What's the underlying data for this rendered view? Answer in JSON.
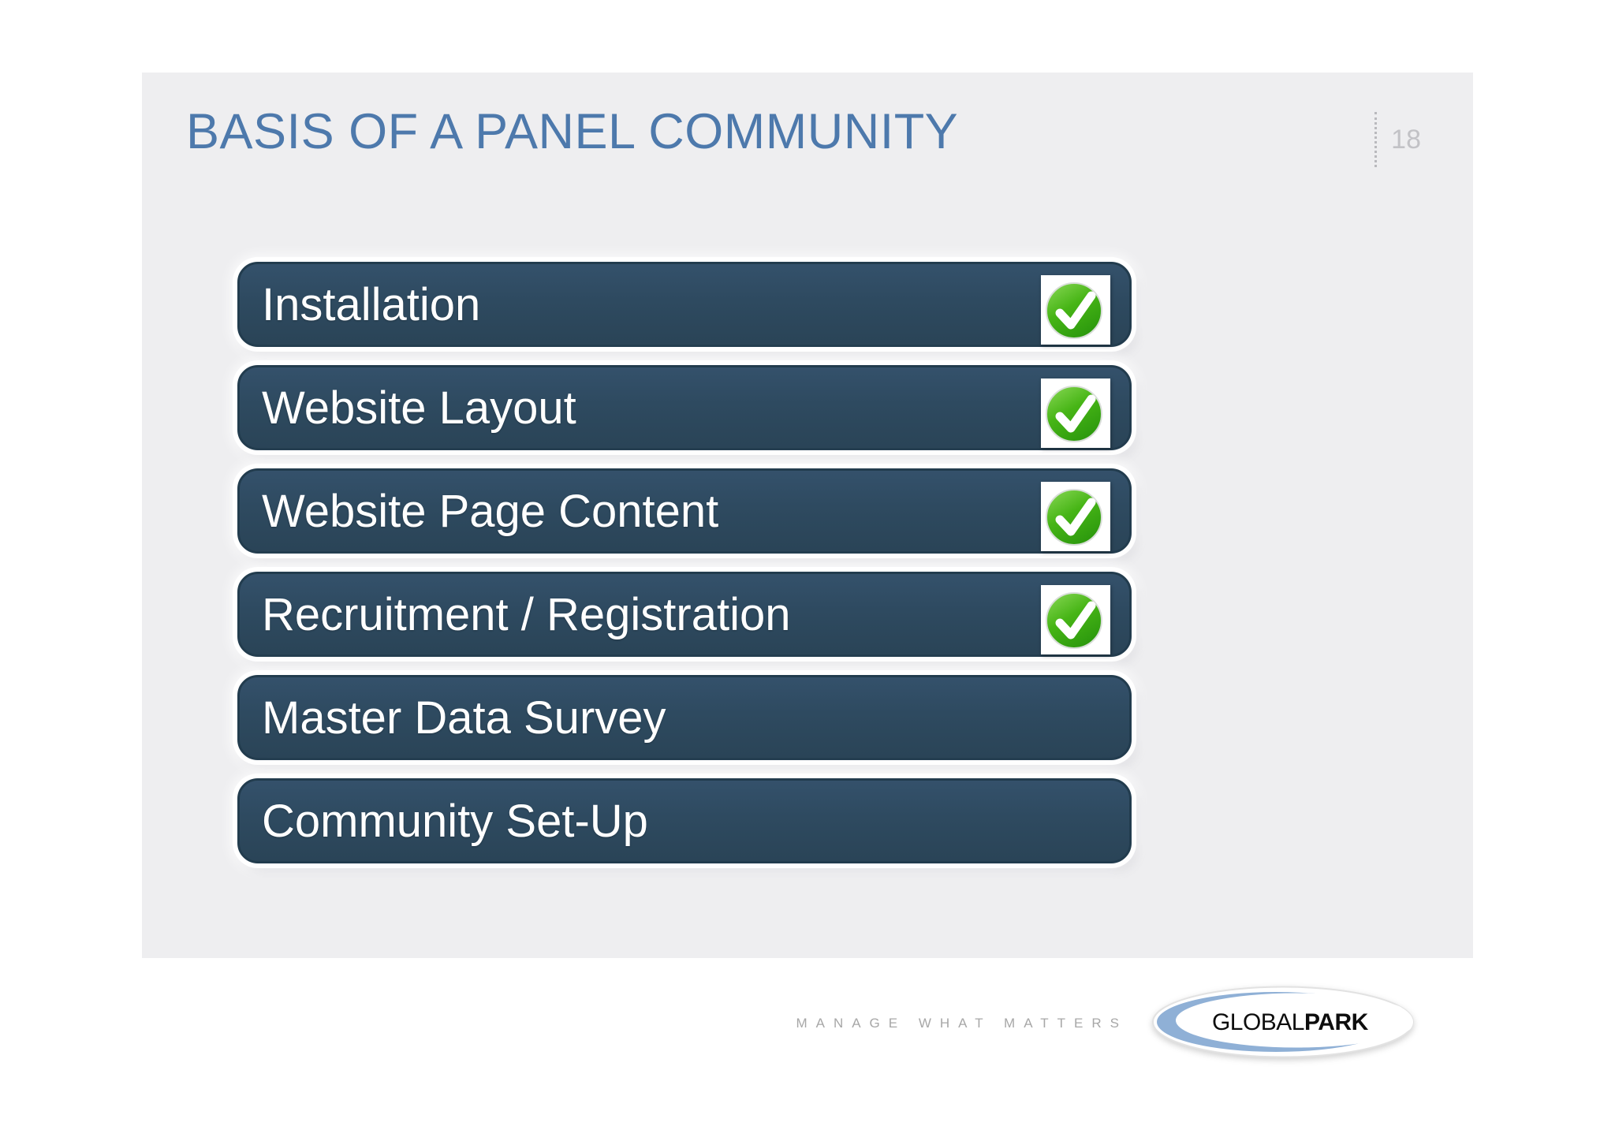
{
  "slide": {
    "title": "BASIS OF A PANEL COMMUNITY",
    "page_number": "18"
  },
  "checklist": {
    "items": [
      {
        "label": "Installation",
        "checked": true
      },
      {
        "label": "Website Layout",
        "checked": true
      },
      {
        "label": "Website Page Content",
        "checked": true
      },
      {
        "label": "Recruitment / Registration",
        "checked": true
      },
      {
        "label": "Master Data Survey",
        "checked": false
      },
      {
        "label": "Community Set-Up",
        "checked": false
      }
    ]
  },
  "footer": {
    "tagline": "MANAGE WHAT MATTERS",
    "logo": {
      "brand_regular": "GLOBAL",
      "brand_bold": "PARK"
    }
  },
  "icons": {
    "check": "green-checkmark-icon"
  },
  "colors": {
    "title_blue": "#4d79ac",
    "bar_fill": "#2e4a60",
    "bar_border": "#223c4e",
    "slide_bg": "#eeeef0",
    "page_bg": "#ffffff",
    "check_green": "#3fae1f",
    "logo_swoosh_blue": "#8fb0d6",
    "page_number_gray": "#c2c2c6",
    "tagline_gray": "#a7a7a7",
    "bar_text": "#ffffff"
  }
}
